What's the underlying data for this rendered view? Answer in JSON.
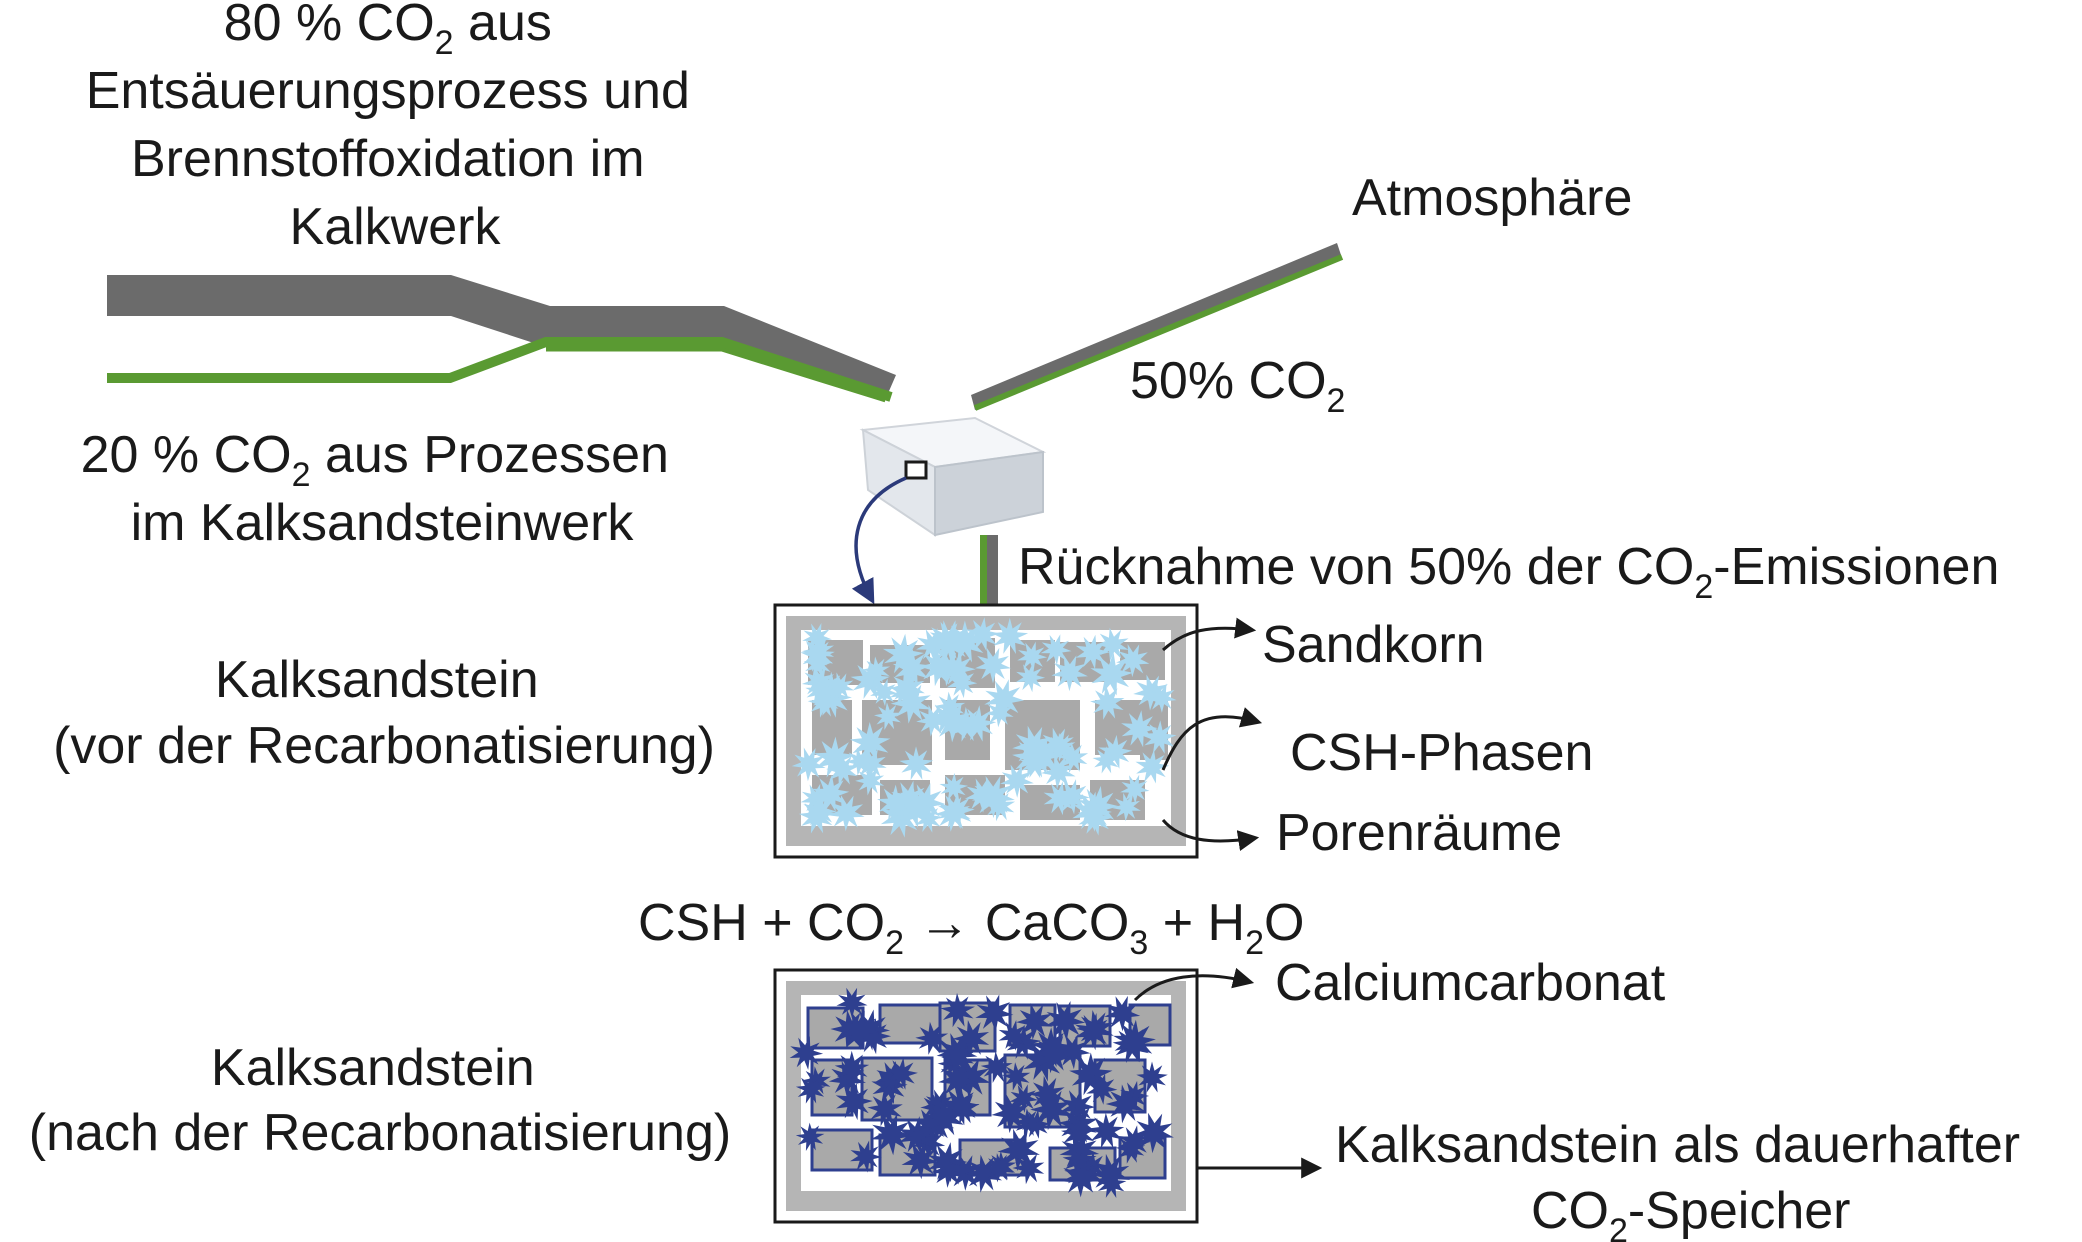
{
  "inputs": {
    "lime_plant": [
      "80 % CO",
      "2",
      " aus",
      "Entsäuerungsprozess und",
      "Brennstoffoxidation im",
      "Kalkwerk"
    ],
    "sand_lime_plant": [
      "20 % CO",
      "2",
      " aus Prozessen",
      "im Kalksandsteinwerk"
    ]
  },
  "outputs": {
    "atmosphere": "Atmosphäre",
    "atmosphere_share": [
      "50% CO",
      "2"
    ],
    "return_label": [
      "Rücknahme von 50% der CO",
      "2",
      "-Emissionen"
    ]
  },
  "stone_before": {
    "title": [
      "Kalksandstein",
      "(vor der Recarbonatisierung)"
    ],
    "callouts": [
      "Sandkorn",
      "CSH-Phasen",
      "Porenräume"
    ]
  },
  "reaction": {
    "parts": [
      "CSH + CO",
      "2",
      " → CaCO",
      "3",
      " + H",
      "2",
      "O"
    ]
  },
  "stone_after": {
    "title": [
      "Kalksandstein",
      "(nach der Recarbonatisierung)"
    ],
    "callouts": [
      "Calciumcarbonat"
    ],
    "storage": [
      "Kalksandstein als dauerhafter",
      "CO",
      "2",
      "-Speicher"
    ]
  },
  "colors": {
    "flow_grey": "#6b6b6b",
    "flow_green": "#5a9a32",
    "csh_light_blue": "#a9d8f0",
    "carbonate_dark_blue": "#2e3f8f",
    "sand_grey": "#a9a9a9",
    "frame_grey": "#b5b5b5"
  },
  "icons": [
    "brick-icon",
    "arrow-icon"
  ]
}
